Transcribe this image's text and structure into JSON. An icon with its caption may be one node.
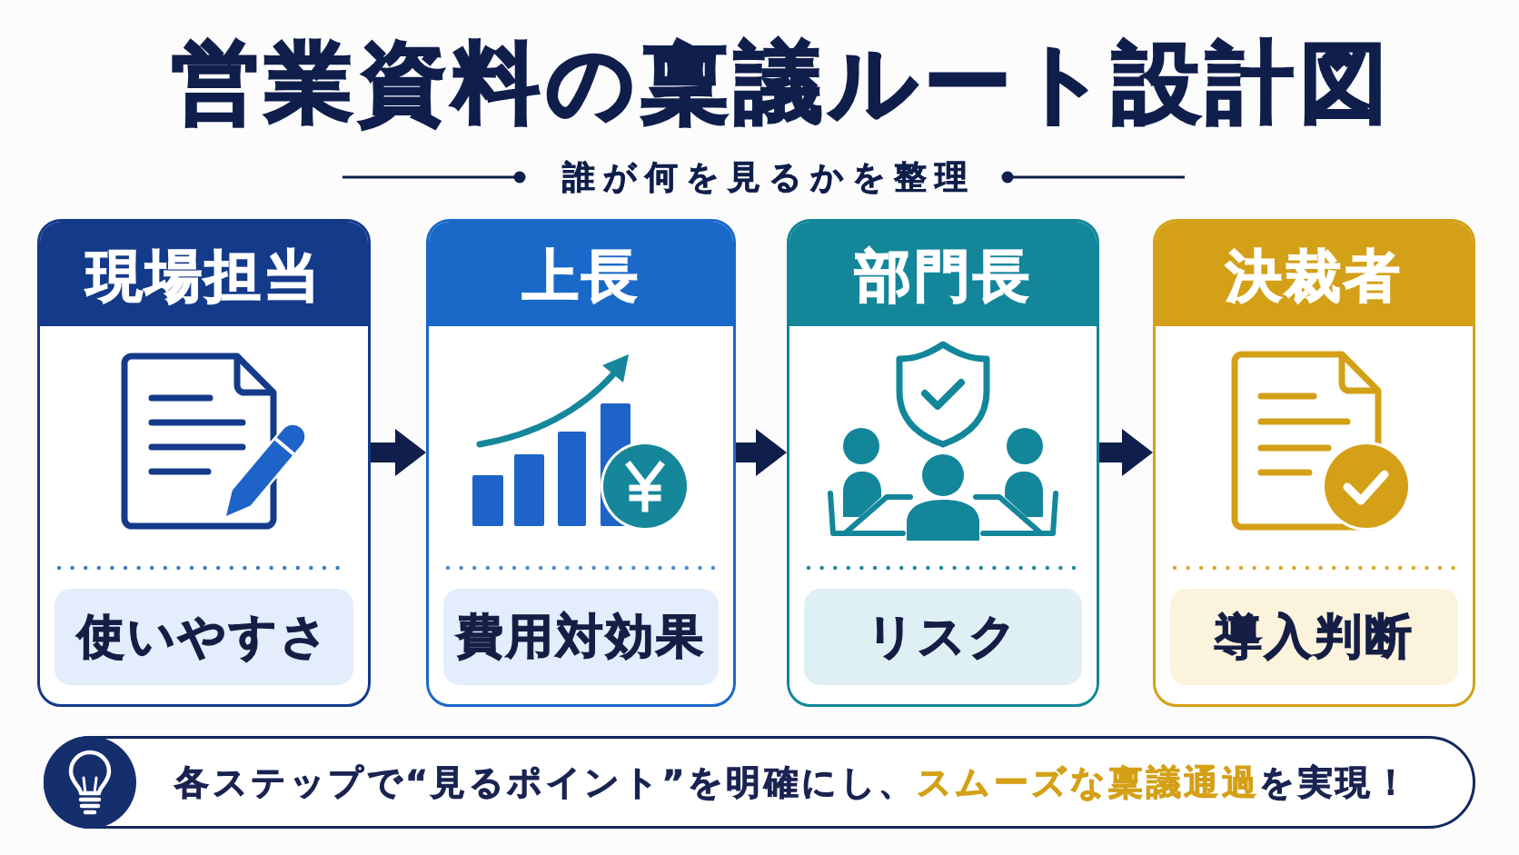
{
  "diagram": {
    "title": "営業資料の稟議ルート設計図",
    "nodes": [
      {
        "text": [
          "現場担当",
          "使いやすさ"
        ]
      },
      {
        "text": [
          "上長",
          "費用対効果"
        ]
      },
      {
        "text": [
          "部門長",
          "リスク"
        ]
      },
      {
        "text": [
          "決裁者",
          "導入判断"
        ]
      },
      {
        "text": [
          "各ステップで“見るポイント”を明確にし、**スムーズな稟議通過**を実現！"
        ]
      }
    ],
    "edges": [
      {
        "from": 0,
        "to": 1,
        "arrow": "to"
      },
      {
        "from": 1,
        "to": 2,
        "arrow": "to"
      },
      {
        "from": 2,
        "to": 3,
        "arrow": "to"
      }
    ],
    "labels": [
      "誰が何を見るかを整理"
    ]
  }
}
